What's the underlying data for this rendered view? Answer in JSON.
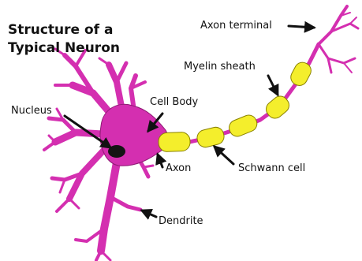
{
  "title": {
    "line1": "Structure of a",
    "line2": "Typical Neuron"
  },
  "labels": {
    "axon_terminal": "Axon terminal",
    "myelin_sheath": "Myelin sheath",
    "cell_body": "Cell Body",
    "nucleus": "Nucleus",
    "axon": "Axon",
    "schwann_cell": "Schwann cell",
    "dendrite": "Dendrite"
  },
  "colors": {
    "cell": "#d42fb0",
    "cell_dark": "#8e1a74",
    "myelin": "#f4ee2c",
    "myelin_outline": "#8a8200",
    "nucleus": "#141414",
    "arrow": "#111111",
    "text": "#111111"
  }
}
